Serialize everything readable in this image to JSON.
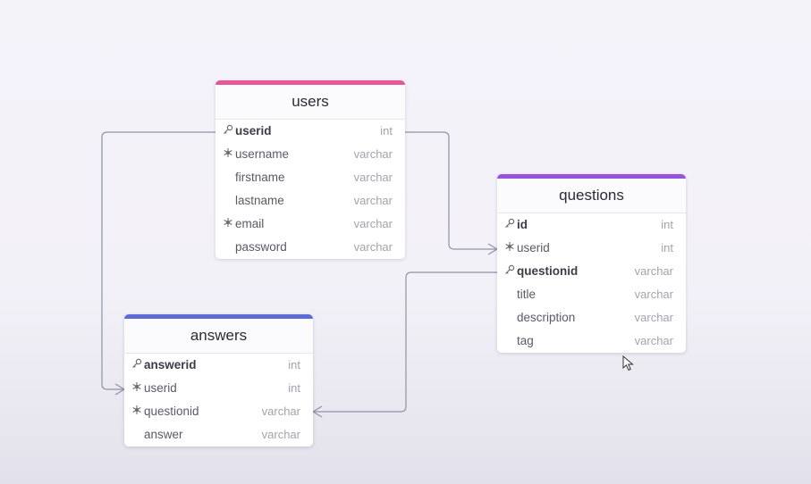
{
  "colors": {
    "users_accent": "#e4559a",
    "questions_accent": "#9654dc",
    "answers_accent": "#5e6bd6",
    "connector": "#8e93a4"
  },
  "tables": {
    "users": {
      "name": "users",
      "rows": [
        {
          "name": "userid",
          "type": "int",
          "key": "key-icon",
          "pk": true
        },
        {
          "name": "username",
          "type": "varchar",
          "key": "unique-snowflake-icon",
          "pk": false
        },
        {
          "name": "firstname",
          "type": "varchar",
          "key": "",
          "pk": false
        },
        {
          "name": "lastname",
          "type": "varchar",
          "key": "",
          "pk": false
        },
        {
          "name": "email",
          "type": "varchar",
          "key": "unique-snowflake-icon",
          "pk": false
        },
        {
          "name": "password",
          "type": "varchar",
          "key": "",
          "pk": false
        }
      ]
    },
    "questions": {
      "name": "questions",
      "rows": [
        {
          "name": "id",
          "type": "int",
          "key": "key-icon",
          "pk": true
        },
        {
          "name": "userid",
          "type": "int",
          "key": "unique-snowflake-icon",
          "pk": false
        },
        {
          "name": "questionid",
          "type": "varchar",
          "key": "key-icon",
          "pk": true
        },
        {
          "name": "title",
          "type": "varchar",
          "key": "",
          "pk": false
        },
        {
          "name": "description",
          "type": "varchar",
          "key": "",
          "pk": false
        },
        {
          "name": "tag",
          "type": "varchar",
          "key": "",
          "pk": false
        }
      ]
    },
    "answers": {
      "name": "answers",
      "rows": [
        {
          "name": "answerid",
          "type": "int",
          "key": "key-icon",
          "pk": true
        },
        {
          "name": "userid",
          "type": "int",
          "key": "unique-snowflake-icon",
          "pk": false
        },
        {
          "name": "questionid",
          "type": "varchar",
          "key": "unique-snowflake-icon",
          "pk": false
        },
        {
          "name": "answer",
          "type": "varchar",
          "key": "",
          "pk": false
        }
      ]
    }
  },
  "relations": [
    {
      "from": "users.userid",
      "to": "questions.userid",
      "cardinality": "one-to-many"
    },
    {
      "from": "users.userid",
      "to": "answers.userid",
      "cardinality": "one-to-many"
    },
    {
      "from": "questions.questionid",
      "to": "answers.questionid",
      "cardinality": "one-to-many"
    }
  ]
}
